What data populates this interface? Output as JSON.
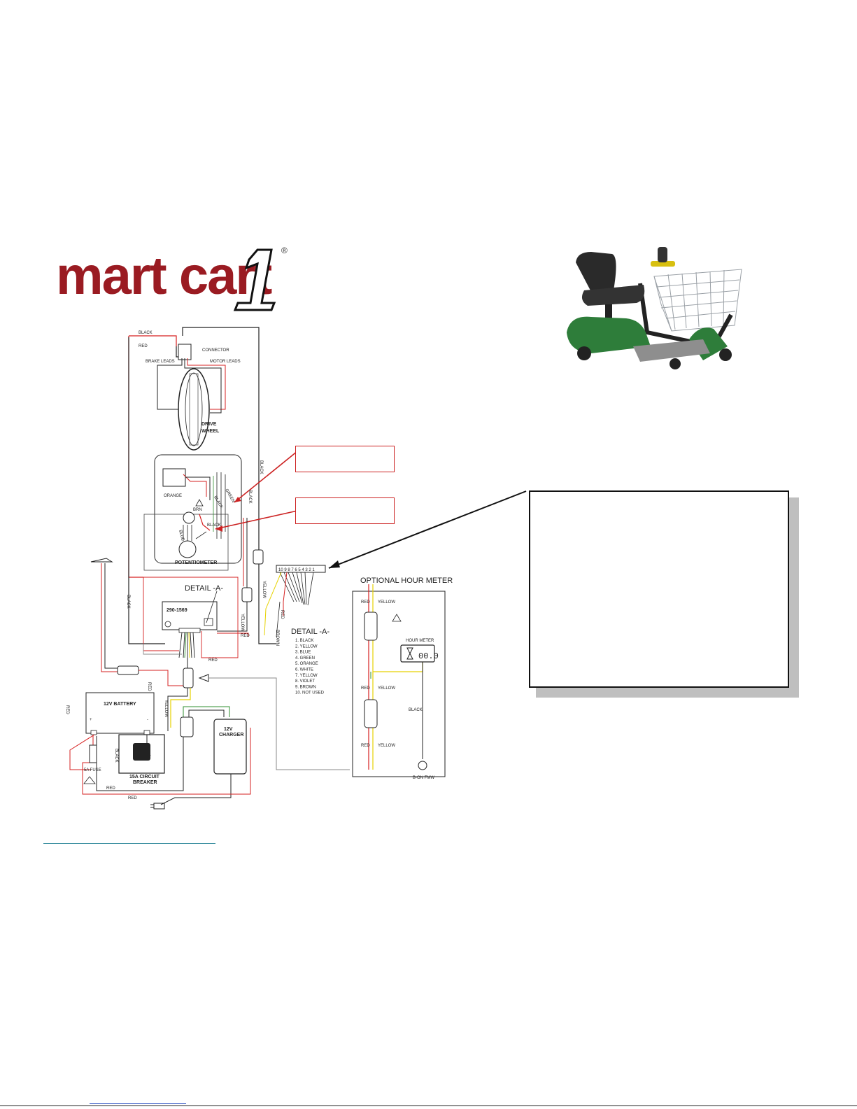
{
  "logo": {
    "text": "mart cart",
    "mark": "1",
    "registered": "®"
  },
  "photo": {
    "icon": "shopping-cart-scooter-icon"
  },
  "diagram": {
    "colors": {
      "red": "#d62020",
      "black": "#222222",
      "green": "#2f8f2f",
      "yellow": "#e6d200",
      "gray": "#888888"
    },
    "labels": {
      "black_top": "BLACK",
      "red_top": "RED",
      "connector": "CONNECTOR",
      "brake_leads": "BRAKE LEADS",
      "motor_leads": "MOTOR LEADS",
      "drive_wheel": "DRIVE\nWHEEL",
      "black_right": "BLACK",
      "black_right2": "BLACK",
      "orange": "ORANGE",
      "green": "GREEN",
      "black_inner": "BLACK",
      "brn": "BRN",
      "blue": "BLUE",
      "black_pot": "BLACK",
      "potentiometer": "POTENTIOMETER",
      "detail_a_top": "DETAIL -A-",
      "controller_id": "290-1569",
      "black_left": "BLACK",
      "red_mid": "RED",
      "red_mid2": "RED",
      "yellow_ctrl": "YELLOW",
      "yellow_left": "YELLOW",
      "red_left": "RED",
      "red_batt": "RED",
      "battery": "12V BATTERY",
      "fuse": "5A FUSE",
      "breaker": "15A CIRCUIT\nBREAKER",
      "charger": "12V\nCHARGER",
      "black_batt": "BLACK",
      "red_bottom": "RED",
      "red_bottom2": "RED",
      "yellow_det": "YELLOW",
      "red_det": "RED",
      "brown_det": "BROWN",
      "detail_a": "DETAIL -A-",
      "pin_numbers": "10 9 8 7 6 5 4 3 2 1",
      "pin_list": [
        "1. BLACK",
        "2. YELLOW",
        "3. BLUE",
        "4. GREEN",
        "5. ORANGE",
        "6. WHITE",
        "7. YELLOW",
        "8. VIOLET",
        "9. BROWN",
        "10. NOT USED"
      ]
    },
    "hour_meter": {
      "title": "OPTIONAL HOUR METER",
      "red1": "RED",
      "yellow1": "YELLOW",
      "meter_label": "HOUR METER",
      "meter_value": "00.0",
      "red2": "RED",
      "yellow2": "YELLOW",
      "black": "BLACK",
      "red3": "RED",
      "yellow3": "YELLOW",
      "ground": "B-ON FMW"
    }
  }
}
